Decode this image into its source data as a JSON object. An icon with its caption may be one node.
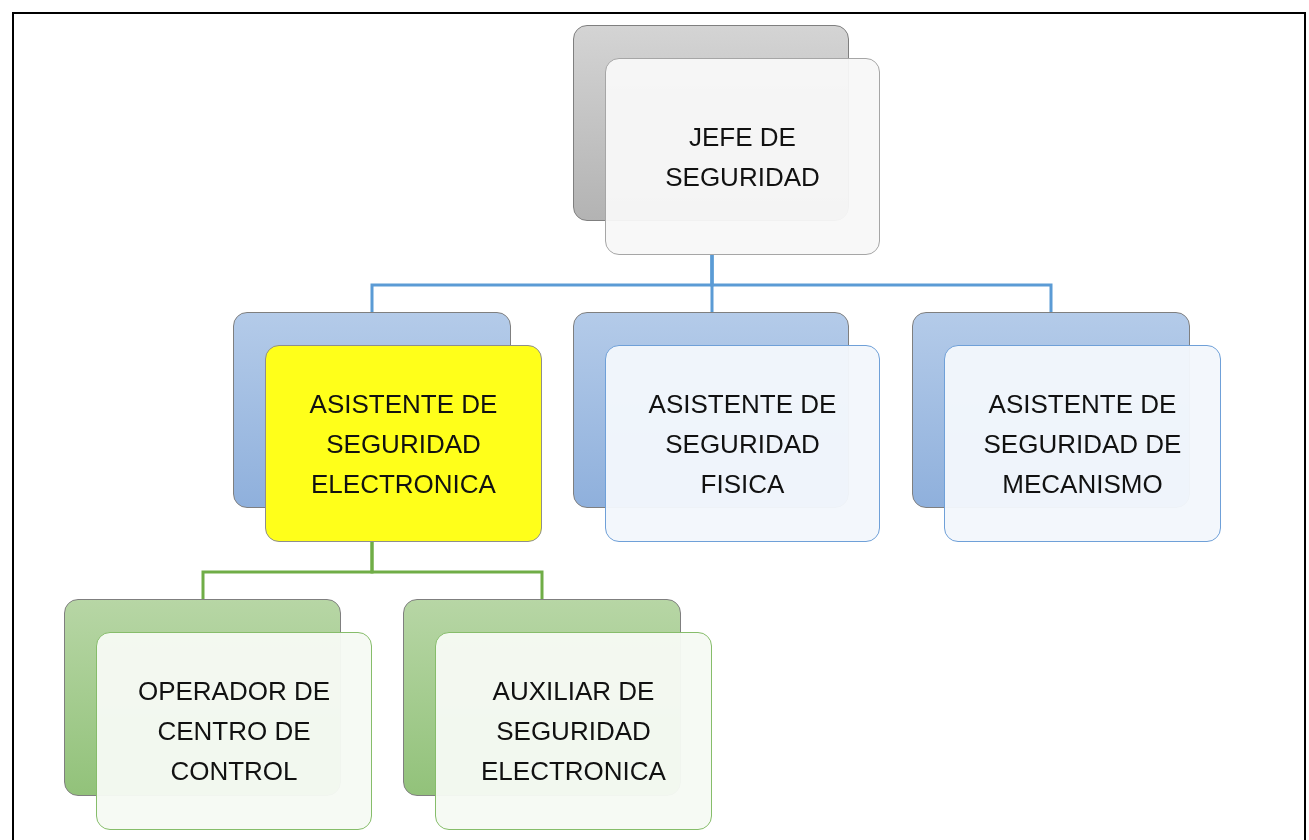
{
  "diagram": {
    "nodes": [
      {
        "text": [
          "JEFE DE SEGURIDAD"
        ]
      },
      {
        "text": [
          "ASISTENTE DE SEGURIDAD ELECTRONICA"
        ]
      },
      {
        "text": [
          "ASISTENTE DE SEGURIDAD FISICA"
        ]
      },
      {
        "text": [
          "ASISTENTE DE SEGURIDAD DE MECANISMO"
        ]
      },
      {
        "text": [
          "OPERADOR DE CENTRO DE CONTROL"
        ]
      },
      {
        "text": [
          "AUXILIAR DE SEGURIDAD ELECTRONICA"
        ]
      }
    ],
    "edges": [
      {
        "from": 0,
        "to": 1,
        "arrow": "none",
        "color": "#5b9bd5"
      },
      {
        "from": 0,
        "to": 2,
        "arrow": "none",
        "color": "#5b9bd5"
      },
      {
        "from": 0,
        "to": 3,
        "arrow": "none",
        "color": "#5b9bd5"
      },
      {
        "from": 1,
        "to": 4,
        "arrow": "none",
        "color": "#70ad47"
      },
      {
        "from": 1,
        "to": 5,
        "arrow": "none",
        "color": "#70ad47"
      }
    ]
  }
}
